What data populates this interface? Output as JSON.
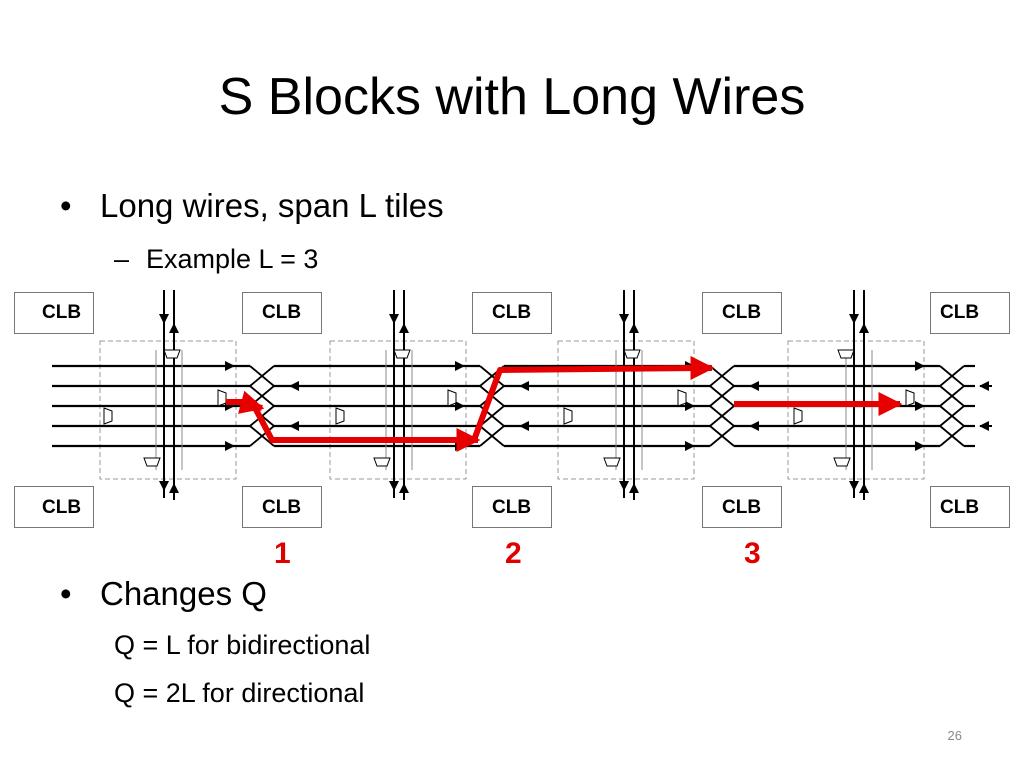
{
  "slide": {
    "title": "S Blocks with Long Wires",
    "bullets": [
      {
        "text": "Long wires, span L tiles",
        "sub": [
          "Example L = 3"
        ]
      },
      {
        "text": "Changes Q",
        "plain": [
          "Q = L for bidirectional",
          "Q = 2L for directional"
        ]
      }
    ],
    "bullet_glyph": "•",
    "dash_glyph": "–",
    "page_number": "26"
  },
  "diagram": {
    "clb_label": "CLB",
    "segment_labels": [
      "1",
      "2",
      "3"
    ],
    "colors": {
      "highlight": "#e60000",
      "wire": "#000000",
      "box_border": "#999999",
      "clb_border": "#777777"
    },
    "icons": [
      "switch-buffer-icon",
      "arrow-head-icon",
      "long-wire-highlight"
    ]
  }
}
